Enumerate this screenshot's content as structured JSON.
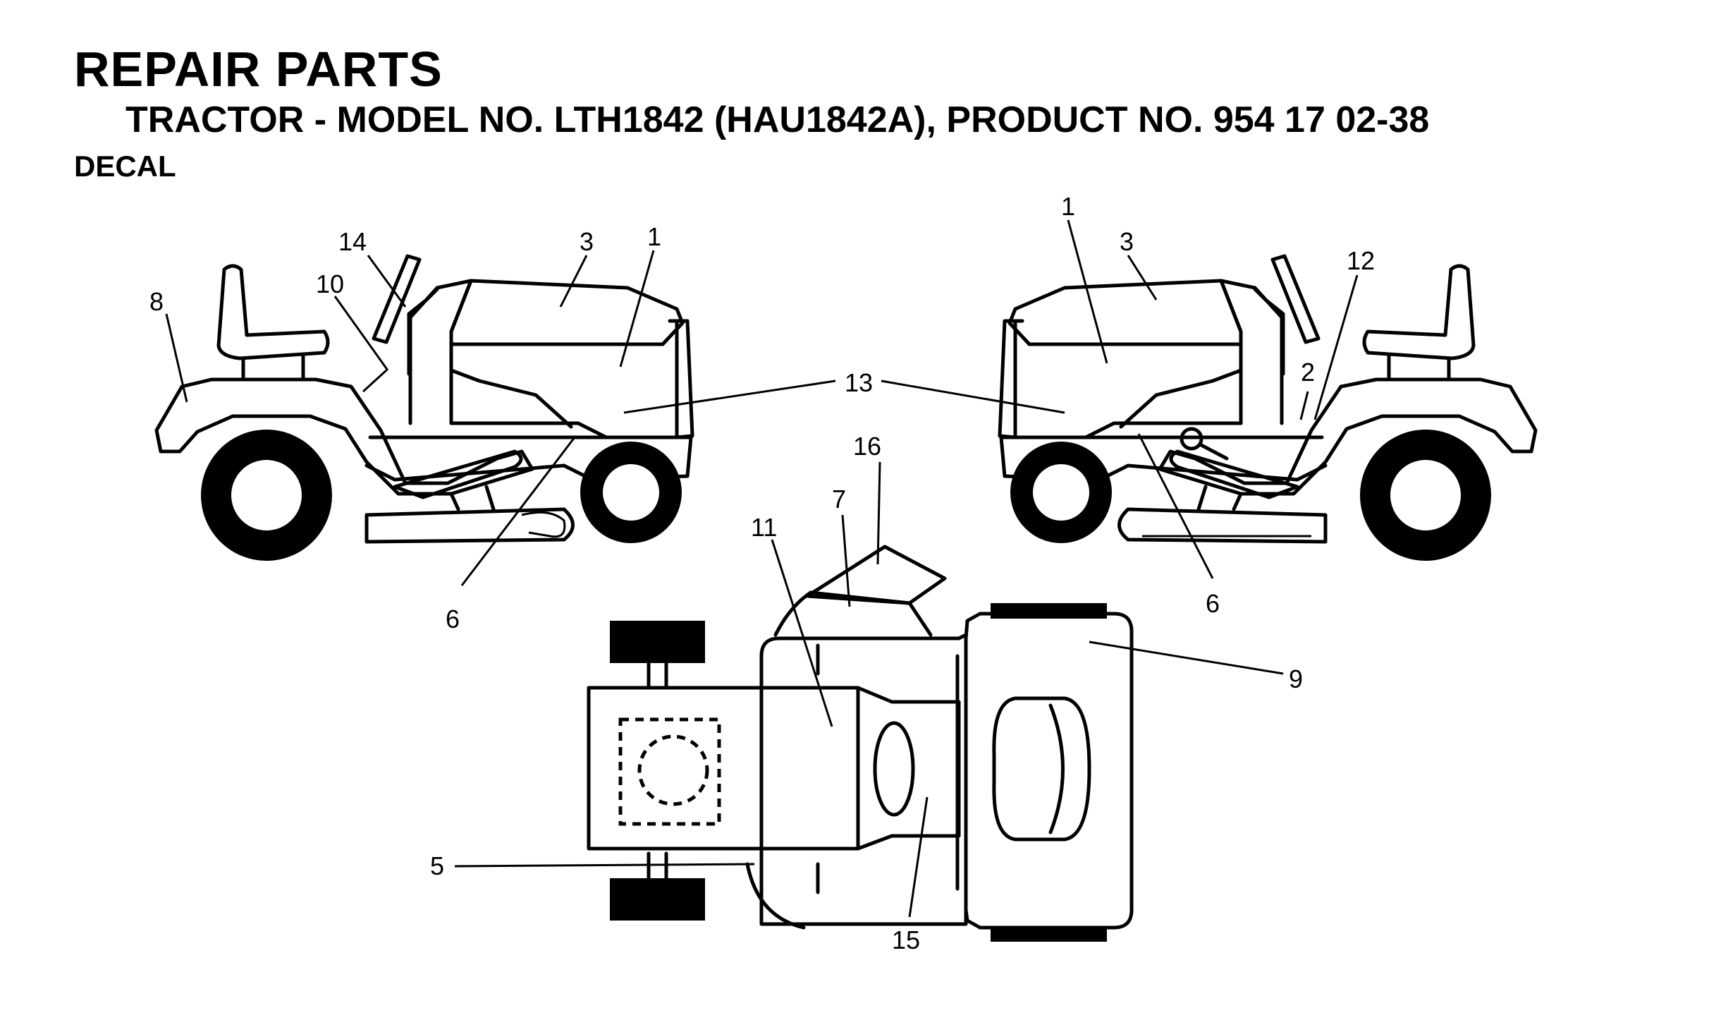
{
  "header": {
    "title": "REPAIR PARTS",
    "subtitle": "TRACTOR - MODEL NO. LTH1842 (HAU1842A),  PRODUCT NO. 954 17 02-38",
    "section": "DECAL"
  },
  "callouts": {
    "left_view": [
      "14",
      "3",
      "1",
      "10",
      "8",
      "13",
      "6"
    ],
    "right_view": [
      "1",
      "3",
      "12",
      "2",
      "13",
      "6"
    ],
    "top_view": [
      "16",
      "7",
      "11",
      "9",
      "5",
      "15"
    ]
  }
}
